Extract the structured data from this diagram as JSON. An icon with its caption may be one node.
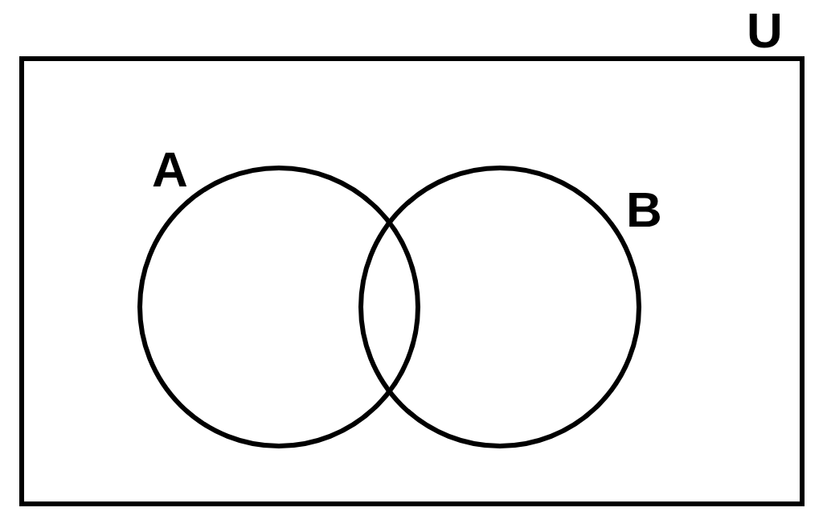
{
  "diagram": {
    "nodes": [
      {
        "text": [
          "U"
        ]
      },
      {
        "text": [
          "A"
        ],
        "in": 0
      },
      {
        "text": [
          "B"
        ],
        "in": 0
      }
    ]
  }
}
